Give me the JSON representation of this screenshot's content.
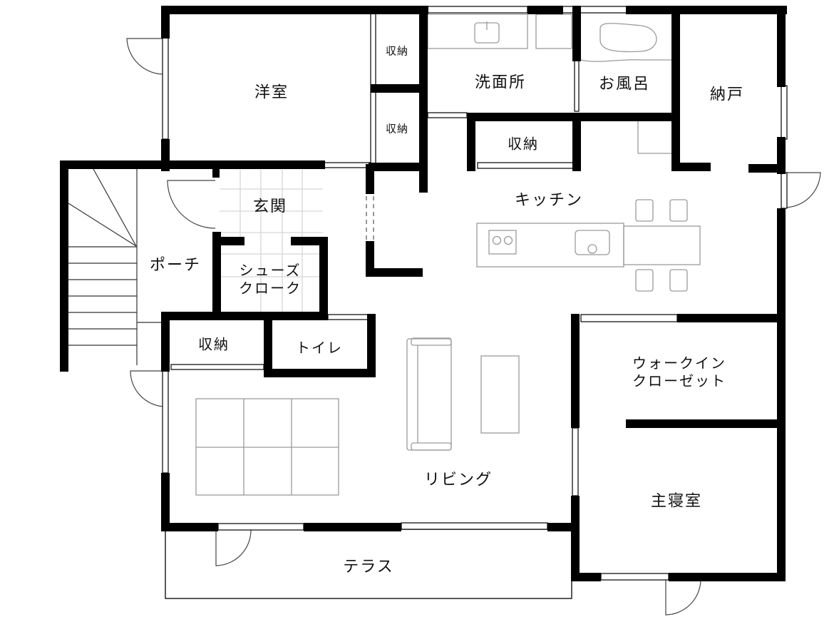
{
  "plan": {
    "type": "floor-plan",
    "wall_color": "#000000",
    "fixture_color": "#9a9a9a",
    "background": "#ffffff"
  },
  "rooms": {
    "western_room": "洋室",
    "storage_1": "収納",
    "storage_2": "収納",
    "washroom": "洗面所",
    "bath": "お風呂",
    "closet_storeroom": "納戸",
    "kitchen_storage": "収納",
    "kitchen": "キッチン",
    "entrance": "玄関",
    "porch": "ポーチ",
    "shoe_cloak_line1": "シューズ",
    "shoe_cloak_line2": "クローク",
    "hall_storage": "収納",
    "toilet": "トイレ",
    "walk_in_line1": "ウォークイン",
    "walk_in_line2": "クローゼット",
    "living": "リビング",
    "master_bedroom": "主寝室",
    "terrace": "テラス"
  }
}
